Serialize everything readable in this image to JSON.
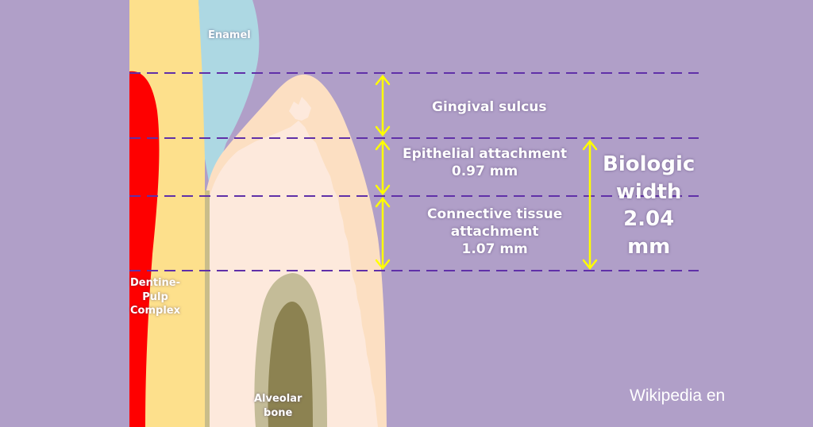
{
  "labels": {
    "enamel": "Enamel",
    "gingival_sulcus": "Gingival sulcus",
    "epithelial_attachment": {
      "name": "Epithelial attachment",
      "value": "0.97 mm"
    },
    "connective_tissue_attachment": {
      "line1": "Connective tissue",
      "line2": "attachment",
      "value": "1.07 mm"
    },
    "biologic_width": {
      "line1": "Biologic",
      "line2": "width",
      "value": "2.04",
      "unit": "mm"
    },
    "dentine_pulp_complex": {
      "line1": "Dentine-",
      "line2": "Pulp",
      "line3": "Complex"
    },
    "alveolar_bone": {
      "line1": "Alveolar",
      "line2": "bone"
    }
  },
  "watermark": "Wikipedia en",
  "colors": {
    "background": "#b09fc8",
    "dentine": "#fde08c",
    "pulp": "#fe0000",
    "enamel": "#add8e3",
    "gingiva": "#fcdfc2",
    "gingiva_inner": "#fde9dc",
    "bone_outer": "#c4bc98",
    "bone_inner": "#8c8251",
    "guide_lines": "#6030a8",
    "arrows": "#ffff00"
  }
}
